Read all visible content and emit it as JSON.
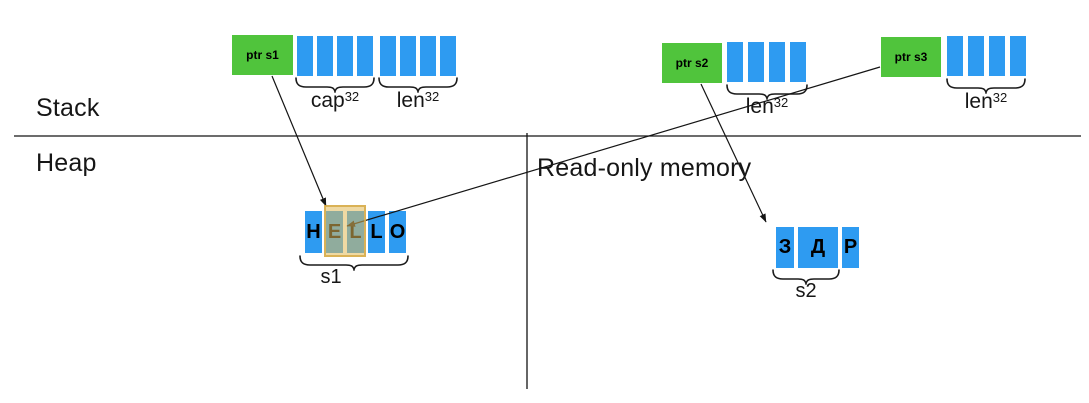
{
  "labels": {
    "stack": "Stack",
    "heap": "Heap",
    "readonly": "Read-only memory"
  },
  "stack_groups": [
    {
      "ptr": "ptr s1",
      "cap_bytes": 4,
      "len_bytes": 4,
      "cap_label": {
        "base": "cap",
        "sup": "32"
      },
      "len_label": {
        "base": "len",
        "sup": "32"
      }
    },
    {
      "ptr": "ptr s2",
      "len_bytes": 4,
      "len_label": {
        "base": "len",
        "sup": "32"
      }
    },
    {
      "ptr": "ptr s3",
      "len_bytes": 4,
      "len_label": {
        "base": "len",
        "sup": "32"
      }
    }
  ],
  "heap": {
    "s1": {
      "cells": [
        {
          "ch": "H",
          "w": 17
        },
        {
          "ch": "E",
          "w": 17
        },
        {
          "ch": "L",
          "w": 17
        },
        {
          "ch": "L",
          "w": 17
        },
        {
          "ch": "O",
          "w": 17
        }
      ],
      "label": "s1"
    },
    "s2": {
      "cells": [
        {
          "ch": "З",
          "w": 18
        },
        {
          "ch": "Д",
          "w": 40
        },
        {
          "ch": "Р",
          "w": 17
        }
      ],
      "label": "s2"
    }
  },
  "colors": {
    "bar_blue": "#2E9BF1",
    "ptr_green": "#50C43C",
    "highlight_fill": "rgba(226,185,87,0.55)",
    "highlight_border": "rgba(213,168,66,0.8)",
    "line_color": "#141414"
  }
}
